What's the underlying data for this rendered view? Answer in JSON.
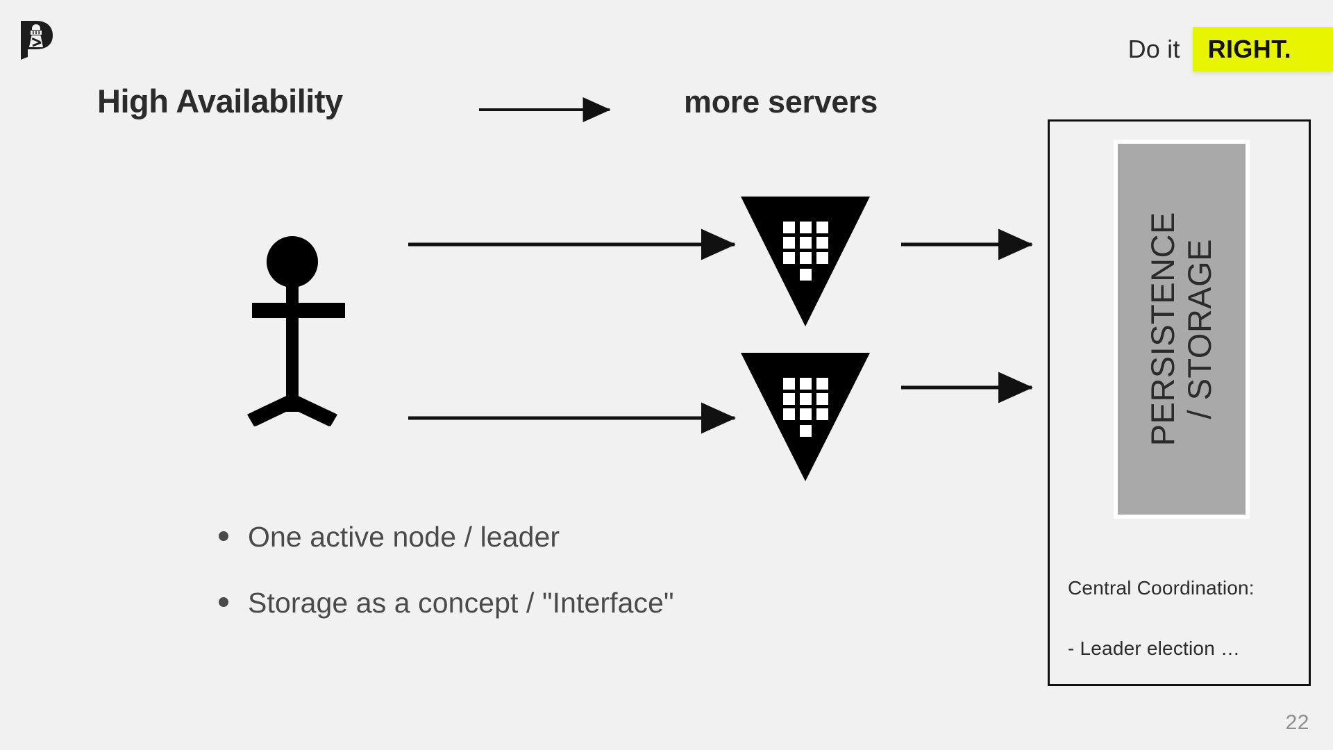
{
  "slide": {
    "background_color": "#f1f1f1",
    "page_number": "22",
    "logo_name": "lighthouse-p-logo"
  },
  "header": {
    "tagline_plain": "Do it",
    "tagline_highlight": "RIGHT.",
    "highlight_color": "#e8f500",
    "text_color": "#2b2b2b"
  },
  "title_row": {
    "title": "High Availability",
    "arrow": "leads-to-arrow",
    "subtitle": "more servers"
  },
  "diagram": {
    "actor": {
      "name": "stick-figure-user",
      "color": "#000000"
    },
    "nodes": [
      {
        "name": "server-node-1",
        "icon": "server-triangle-icon",
        "color": "#000000"
      },
      {
        "name": "server-node-2",
        "icon": "server-triangle-icon",
        "color": "#000000"
      }
    ],
    "arrows": [
      {
        "name": "arrow-user-to-node-1"
      },
      {
        "name": "arrow-user-to-node-2"
      },
      {
        "name": "arrow-node-1-to-storage"
      },
      {
        "name": "arrow-node-2-to-storage"
      }
    ]
  },
  "storage_panel": {
    "label_line_1": "PERSISTENCE",
    "label_line_2": "/ STORAGE",
    "box_color": "#a9a9a9",
    "border_color": "#111111",
    "note_heading": "Central Coordination:",
    "note_item": "- Leader election …"
  },
  "bullets": [
    {
      "text": "One active node / leader"
    },
    {
      "text": "Storage as a concept / \"Interface\""
    }
  ]
}
